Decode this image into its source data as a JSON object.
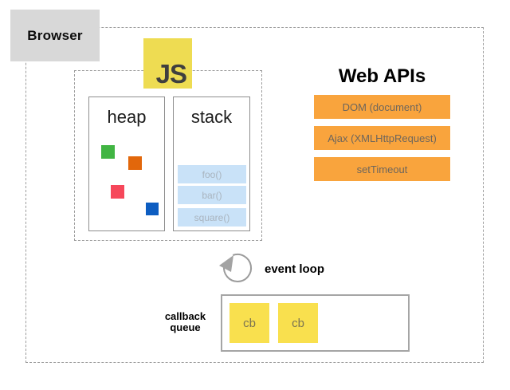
{
  "browser": {
    "label": "Browser"
  },
  "js_runtime": {
    "logo": "JS",
    "heap": {
      "label": "heap"
    },
    "stack": {
      "label": "stack",
      "frames": [
        "foo()",
        "bar()",
        "square()"
      ]
    }
  },
  "web_apis": {
    "title": "Web APIs",
    "items": [
      "DOM (document)",
      "Ajax (XMLHttpRequest)",
      "setTimeout"
    ]
  },
  "event_loop": {
    "label": "event loop"
  },
  "callback_queue": {
    "label": "callback\nqueue",
    "items": [
      "cb",
      "cb"
    ]
  },
  "colors": {
    "browser_box": "#d8d8d8",
    "js_logo_yellow": "#eedc52",
    "api_bar_orange": "#f9a43d",
    "stack_frame_blue": "#c9e2f8",
    "callback_yellow": "#f9e04e",
    "heap_green": "#41b543",
    "heap_orange": "#e2670b",
    "heap_red": "#f6475a",
    "heap_blue": "#0d5dc1",
    "dashed_border": "#9c9c9c"
  }
}
